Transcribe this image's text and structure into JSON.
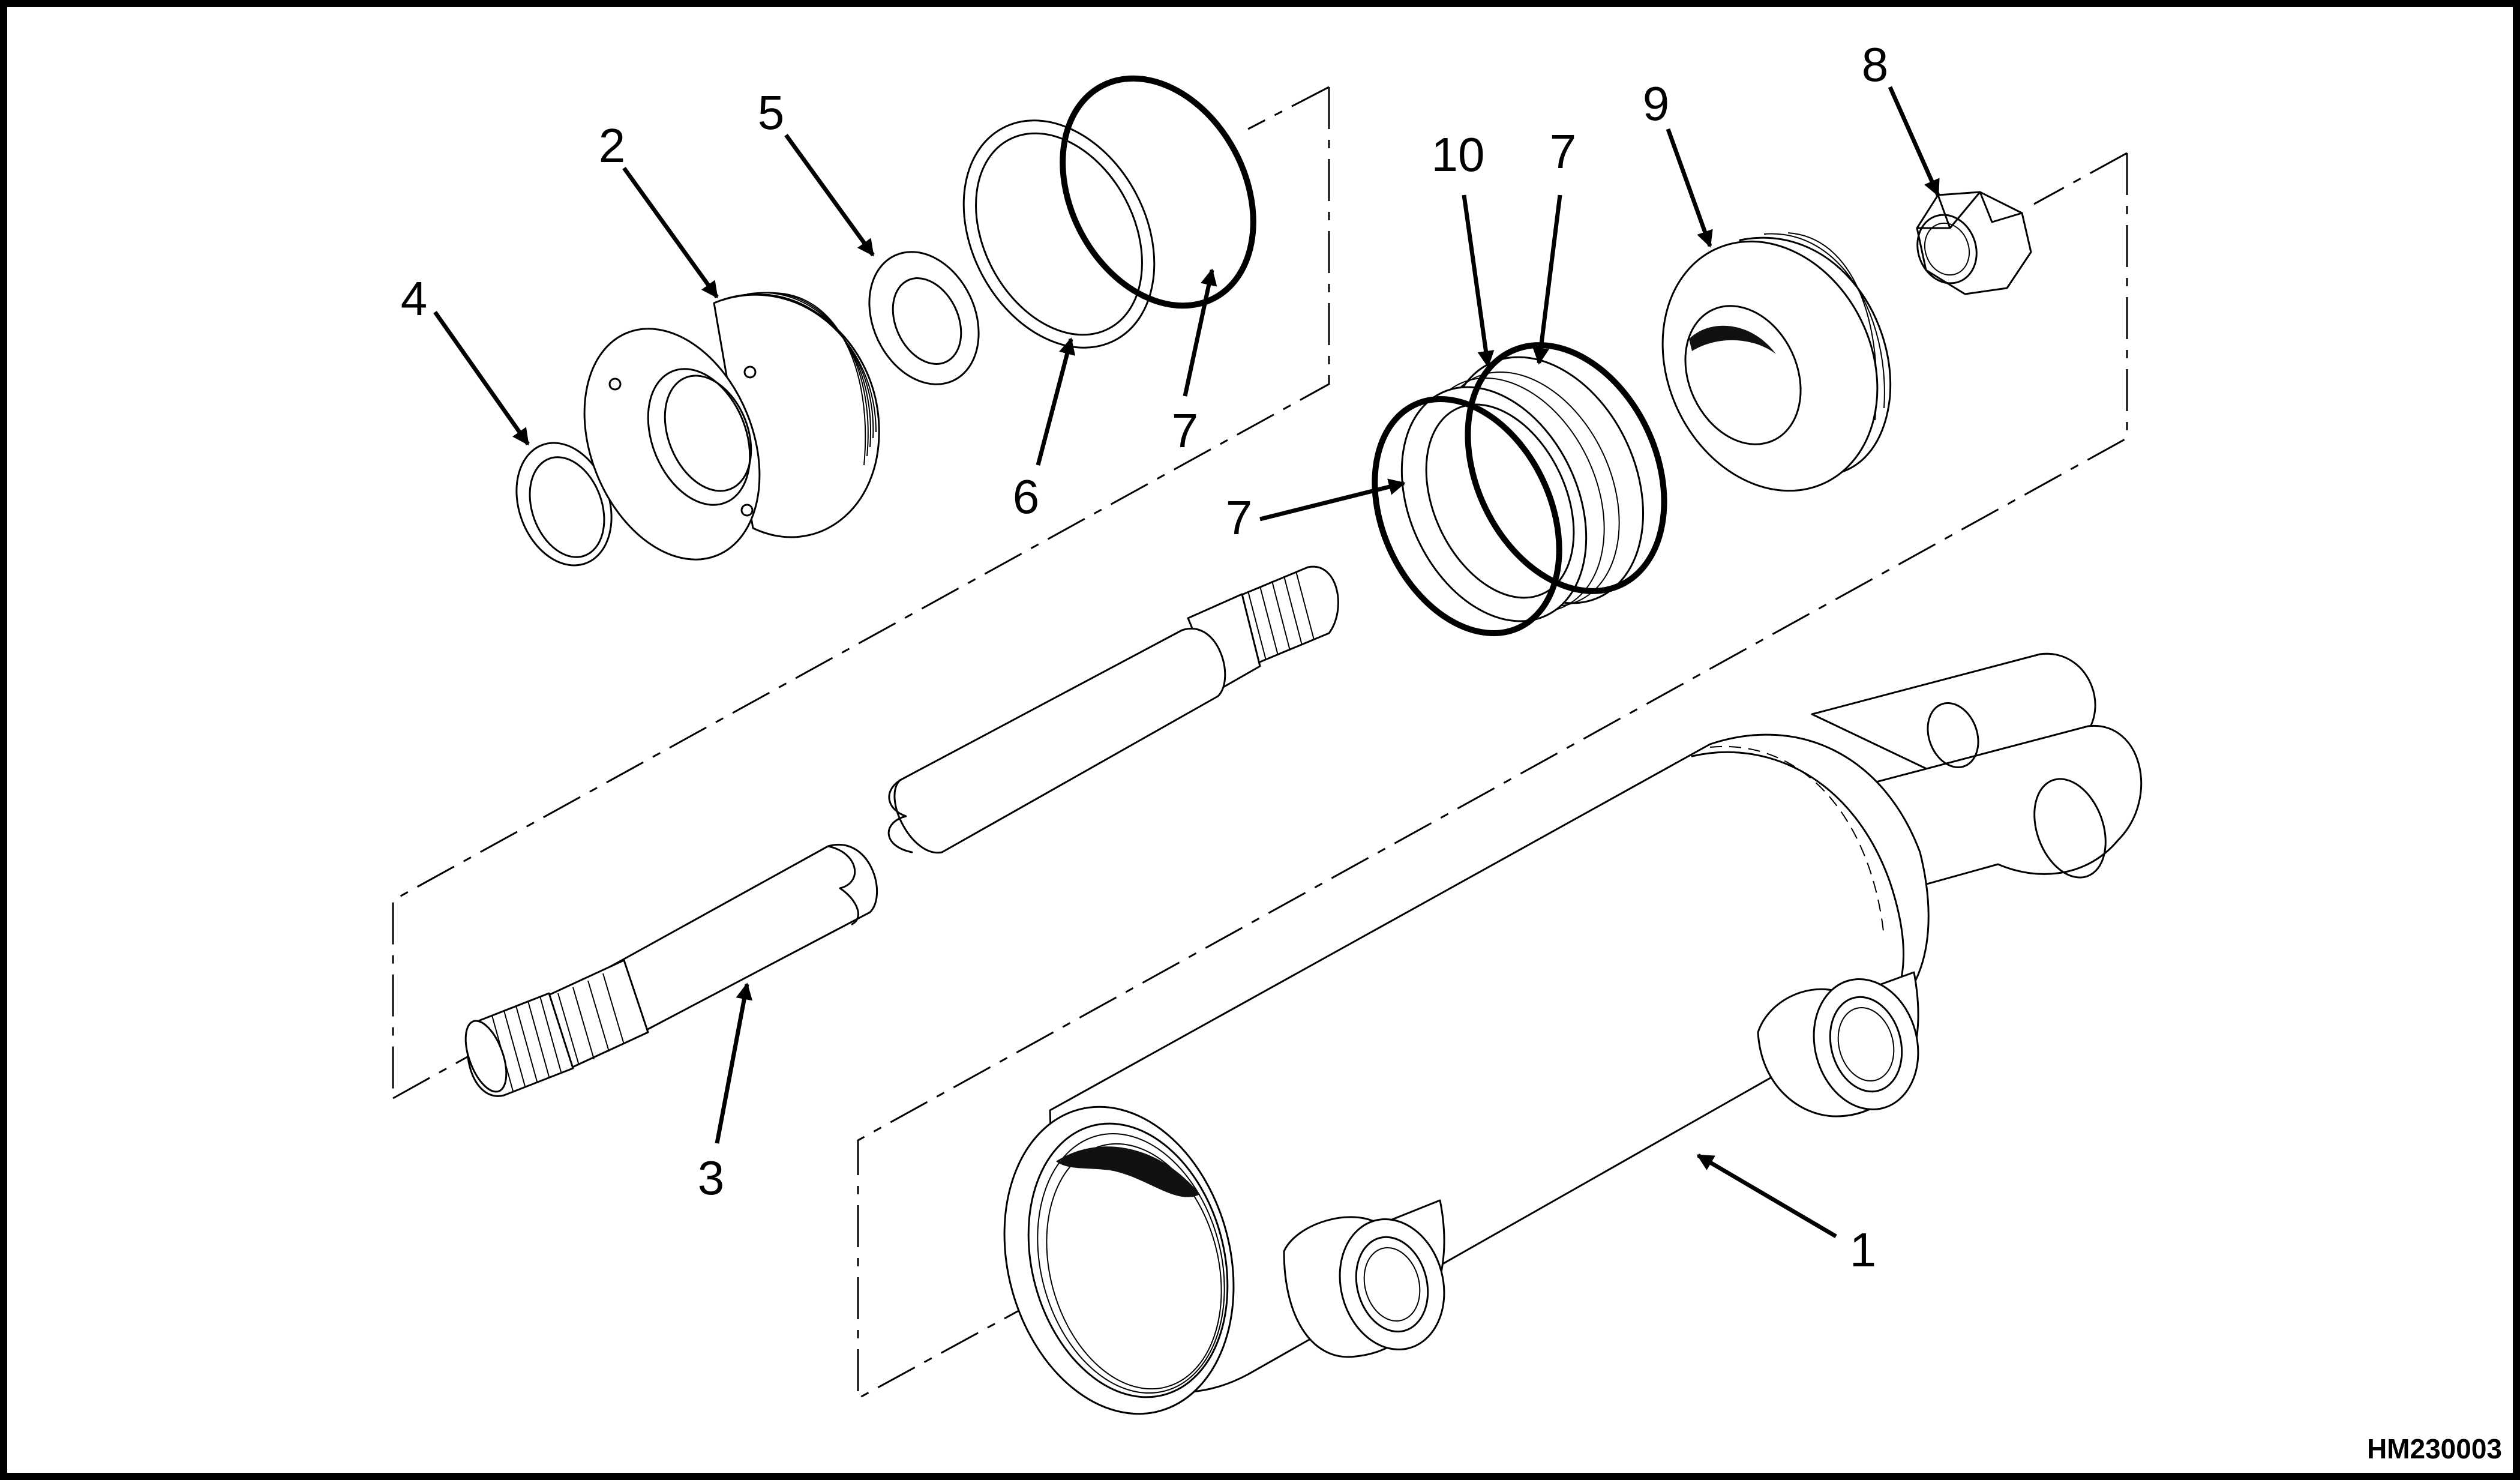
{
  "figure": {
    "id": "HM230003"
  },
  "callouts": [
    "1",
    "2",
    "3",
    "4",
    "5",
    "6",
    "7",
    "7",
    "7",
    "8",
    "9",
    "10"
  ]
}
